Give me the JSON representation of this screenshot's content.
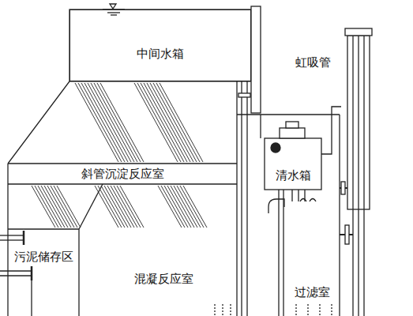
{
  "diagram": {
    "nodes": [
      {
        "text": [
          "中间水箱"
        ]
      },
      {
        "text": [
          "斜管沉淀反应室"
        ]
      },
      {
        "text": [
          "清水箱"
        ]
      },
      {
        "text": [
          "污泥储存区"
        ]
      },
      {
        "text": [
          "混凝反应室"
        ]
      },
      {
        "text": [
          "过滤室"
        ]
      }
    ],
    "labels": [
      "虹吸管"
    ]
  }
}
